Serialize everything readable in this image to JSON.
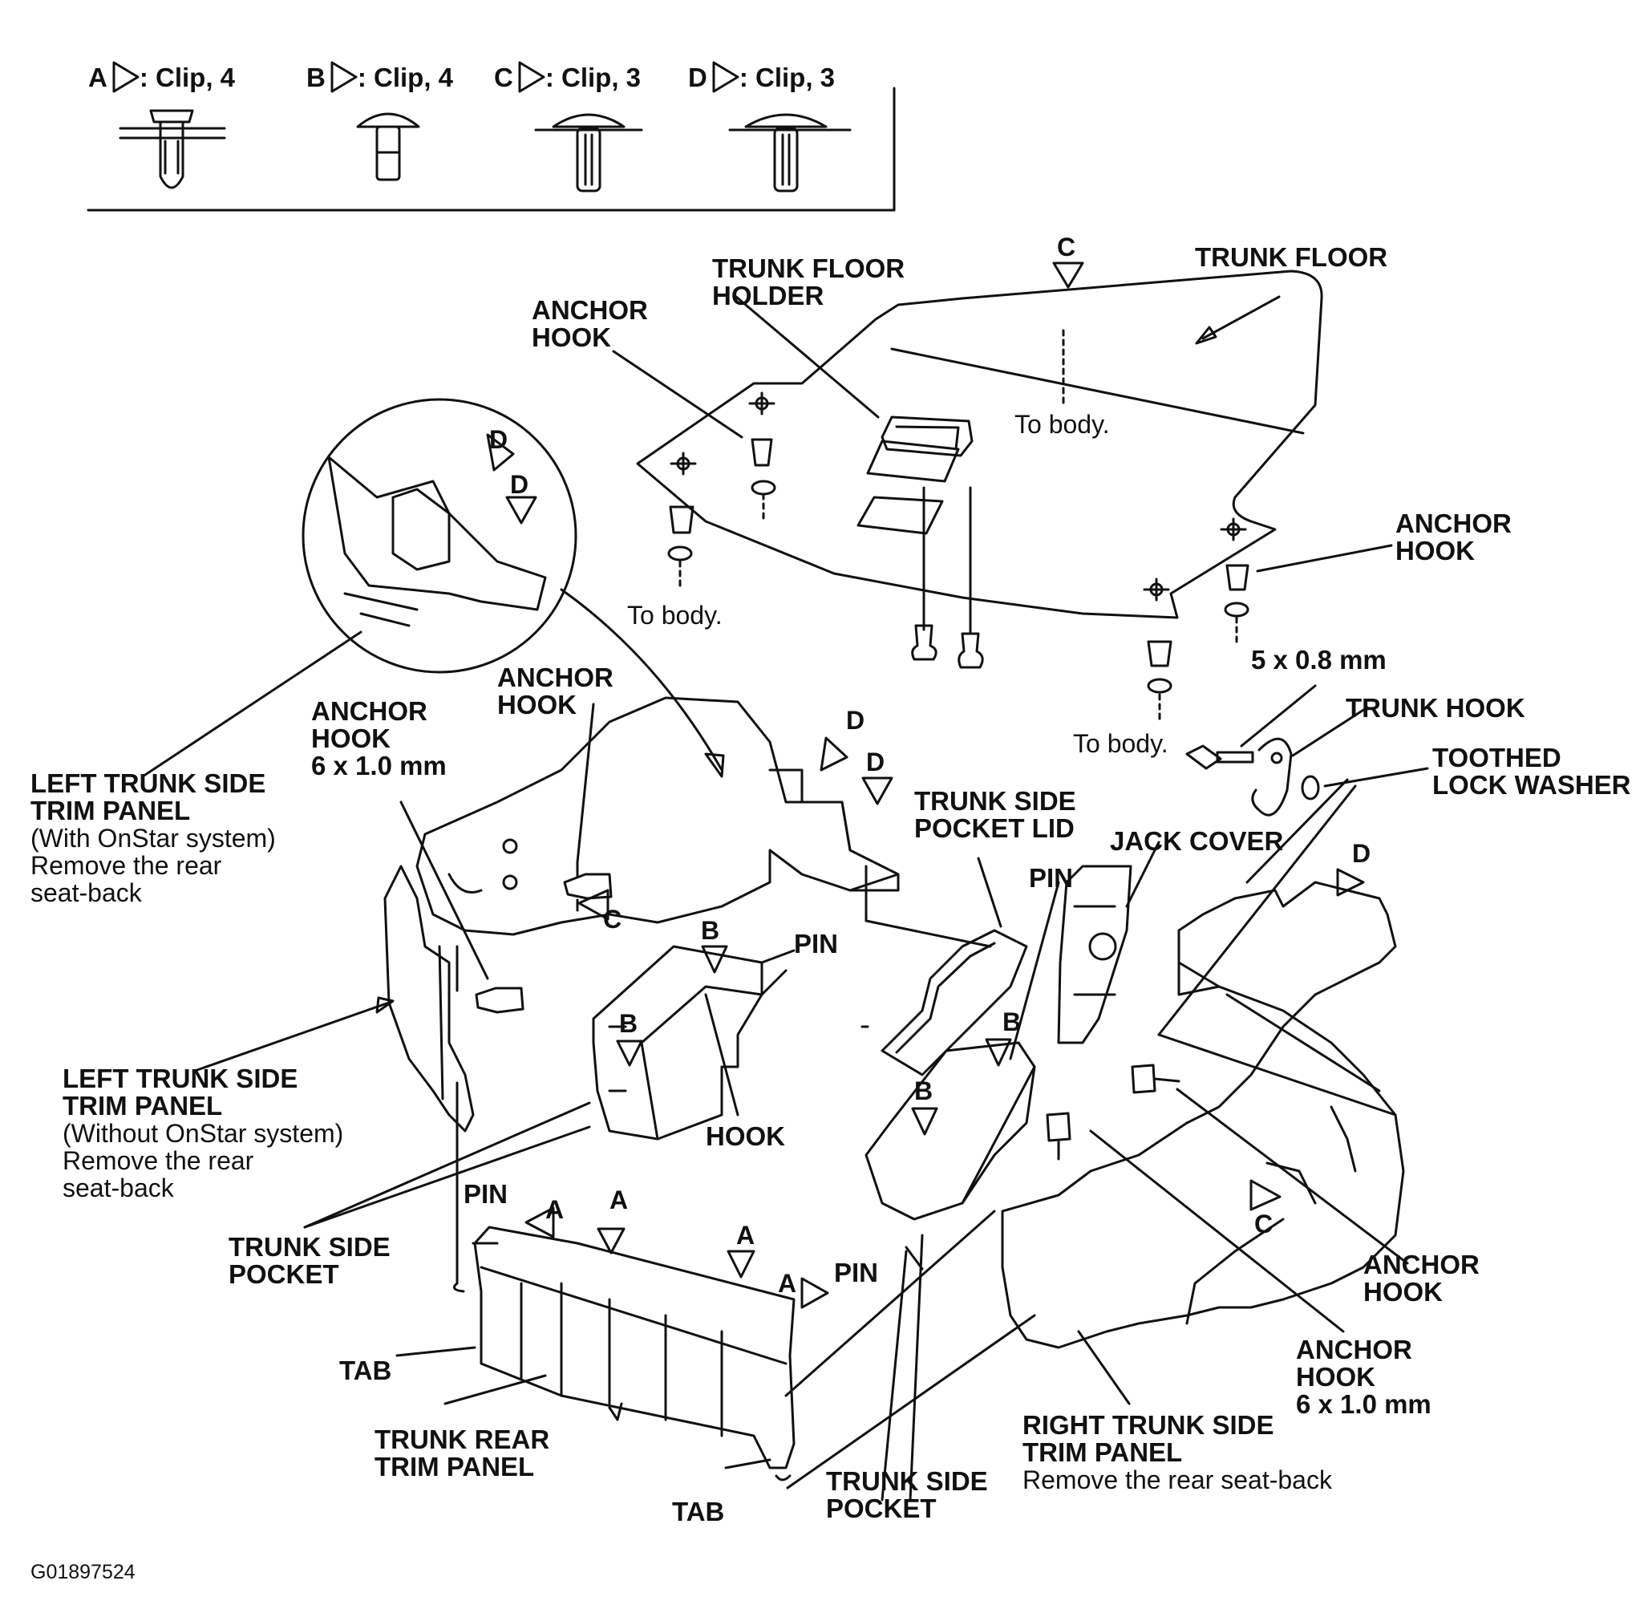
{
  "legend": {
    "items": [
      {
        "letter": "A",
        "text": ": Clip, 4"
      },
      {
        "letter": "B",
        "text": ": Clip, 4"
      },
      {
        "letter": "C",
        "text": ": Clip, 3"
      },
      {
        "letter": "D",
        "text": ": Clip, 3"
      }
    ]
  },
  "labels": {
    "trunk_floor": "TRUNK FLOOR",
    "trunk_floor_holder": [
      "TRUNK FLOOR",
      "HOLDER"
    ],
    "anchor_hook_top": [
      "ANCHOR",
      "HOOK"
    ],
    "anchor_hook_right_top": [
      "ANCHOR",
      "HOOK"
    ],
    "to_body_1": "To body.",
    "to_body_2": "To body.",
    "to_body_3": "To body.",
    "bolt_size_5": "5 x 0.8 mm",
    "trunk_hook": "TRUNK HOOK",
    "toothed_lock_washer": [
      "TOOTHED",
      "LOCK WASHER"
    ],
    "anchor_hook_left_mid": [
      "ANCHOR",
      "HOOK"
    ],
    "anchor_hook_left_6": [
      "ANCHOR",
      "HOOK",
      "6 x 1.0 mm"
    ],
    "left_trim_with": [
      "LEFT TRUNK SIDE",
      "TRIM PANEL",
      "(With OnStar system)",
      "Remove the rear",
      "seat-back"
    ],
    "left_trim_without": [
      "LEFT TRUNK SIDE",
      "TRIM PANEL",
      "(Without OnStar system)",
      "Remove the rear",
      "seat-back"
    ],
    "trunk_side_pocket_lid": [
      "TRUNK SIDE",
      "POCKET LID"
    ],
    "jack_cover": "JACK COVER",
    "pin_1": "PIN",
    "pin_2": "PIN",
    "pin_3": "PIN",
    "pin_4": "PIN",
    "hook": "HOOK",
    "trunk_side_pocket_left": [
      "TRUNK SIDE",
      "POCKET"
    ],
    "trunk_side_pocket_right": [
      "TRUNK SIDE",
      "POCKET"
    ],
    "tab_1": "TAB",
    "tab_2": "TAB",
    "trunk_rear_trim": [
      "TRUNK REAR",
      "TRIM PANEL"
    ],
    "anchor_hook_right_mid": [
      "ANCHOR",
      "HOOK"
    ],
    "anchor_hook_right_6": [
      "ANCHOR",
      "HOOK",
      "6 x 1.0 mm"
    ],
    "right_trim": [
      "RIGHT TRUNK SIDE",
      "TRIM PANEL",
      "Remove the rear seat-back"
    ],
    "clip_letters": {
      "c_top": "C",
      "d1": "D",
      "d2": "D",
      "d3": "D",
      "d4": "D",
      "d5": "D",
      "c_left": "C",
      "c_right": "C",
      "b1": "B",
      "b2": "B",
      "b3": "B",
      "b4": "B",
      "a1": "A",
      "a2": "A",
      "a3": "A",
      "a4": "A"
    }
  },
  "figure_id": "G01897524"
}
